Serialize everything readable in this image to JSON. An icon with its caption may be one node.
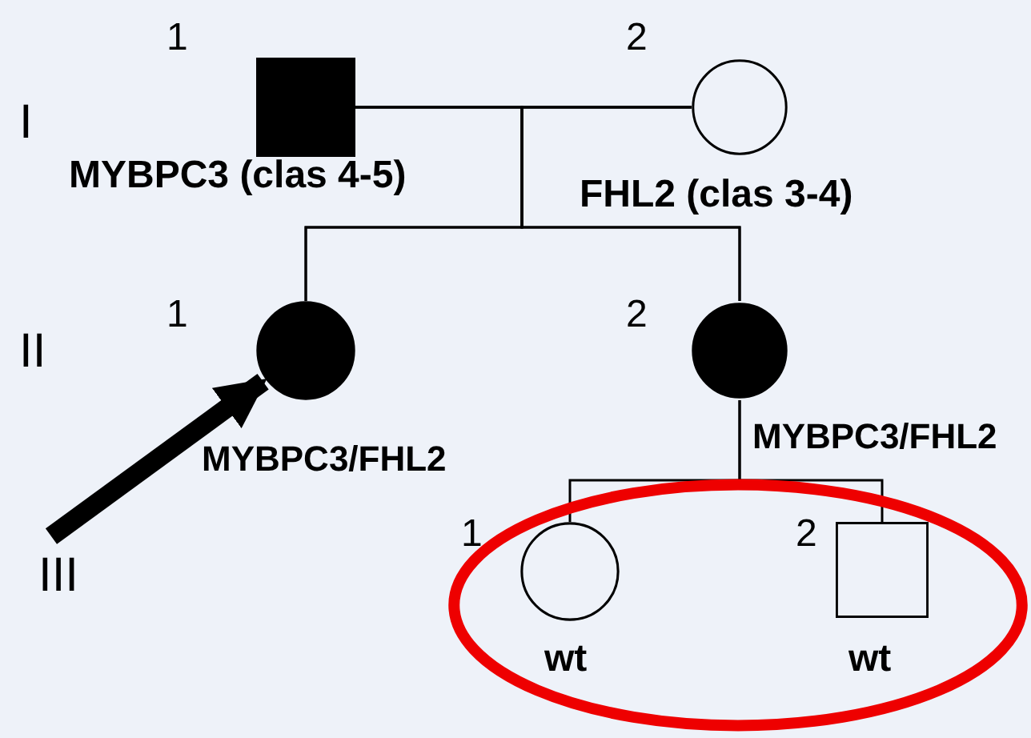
{
  "diagram": {
    "nodes": [
      {
        "text": [],
        "shape": "block",
        "beside": [
          "1",
          "MYBPC3 (clas 4-5)"
        ]
      },
      {
        "text": [],
        "shape": "circle",
        "beside": [
          "2",
          "FHL2 (clas 3-4)"
        ]
      },
      {
        "text": [],
        "shape": "disc",
        "beside": [
          "1",
          "MYBPC3/FHL2"
        ]
      },
      {
        "text": [],
        "shape": "disc",
        "beside": [
          "2",
          "MYBPC3/FHL2"
        ]
      },
      {
        "text": [],
        "shape": "ellipse"
      },
      {
        "text": [],
        "shape": "circle",
        "in": 4,
        "beside": [
          "1",
          "wt"
        ]
      },
      {
        "text": [],
        "shape": "box",
        "in": 4,
        "beside": [
          "2",
          "wt"
        ]
      }
    ],
    "edges": [
      {
        "from": 0,
        "to": 1,
        "arrow": "none"
      },
      {
        "from": 0,
        "to": 2,
        "arrow": "none"
      },
      {
        "from": 0,
        "to": 3,
        "arrow": "none"
      },
      {
        "from": 1,
        "to": 2,
        "arrow": "none"
      },
      {
        "from": 1,
        "to": 3,
        "arrow": "none"
      },
      {
        "from": 3,
        "to": 5,
        "arrow": "none"
      },
      {
        "from": 3,
        "to": 6,
        "arrow": "none"
      },
      {
        "from": null,
        "to": 2,
        "arrow": "to",
        "style": "thick"
      }
    ],
    "labels": [
      "I",
      "II",
      "III"
    ]
  }
}
